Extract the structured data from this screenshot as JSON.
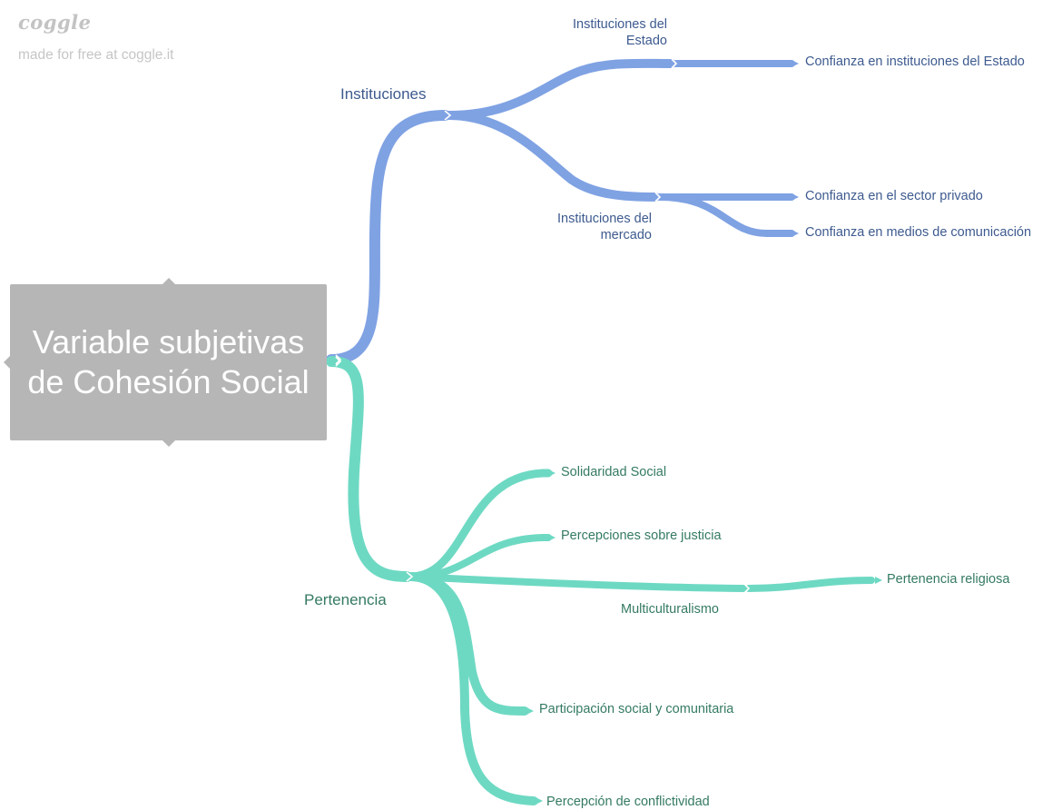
{
  "watermark": {
    "logo": "coggle",
    "text": "made for free at coggle.it"
  },
  "root": {
    "label": "Variable subjetivas de Cohesión Social",
    "color": "#b6b6b6"
  },
  "branches": {
    "instituciones": {
      "label": "Instituciones",
      "color": "#7fa2e3",
      "text_color": "#3d5a8f",
      "children": {
        "estado": {
          "label": "Instituciones del Estado",
          "leaves": [
            "Confianza en instituciones del Estado"
          ]
        },
        "mercado": {
          "label": "Instituciones del mercado",
          "leaves": [
            "Confianza en el sector privado",
            "Confianza en medios de comunicación"
          ]
        }
      }
    },
    "pertenencia": {
      "label": "Pertenencia",
      "color": "#6ed9c3",
      "text_color": "#347a63",
      "children": {
        "solidaridad": "Solidaridad Social",
        "justicia": "Percepciones sobre justicia",
        "multiculturalismo": {
          "label": "Multiculturalismo",
          "leaves": [
            "Pertenencia religiosa"
          ]
        },
        "participacion": "Participación social y comunitaria",
        "conflictividad": "Percepción de conflictividad"
      }
    }
  }
}
